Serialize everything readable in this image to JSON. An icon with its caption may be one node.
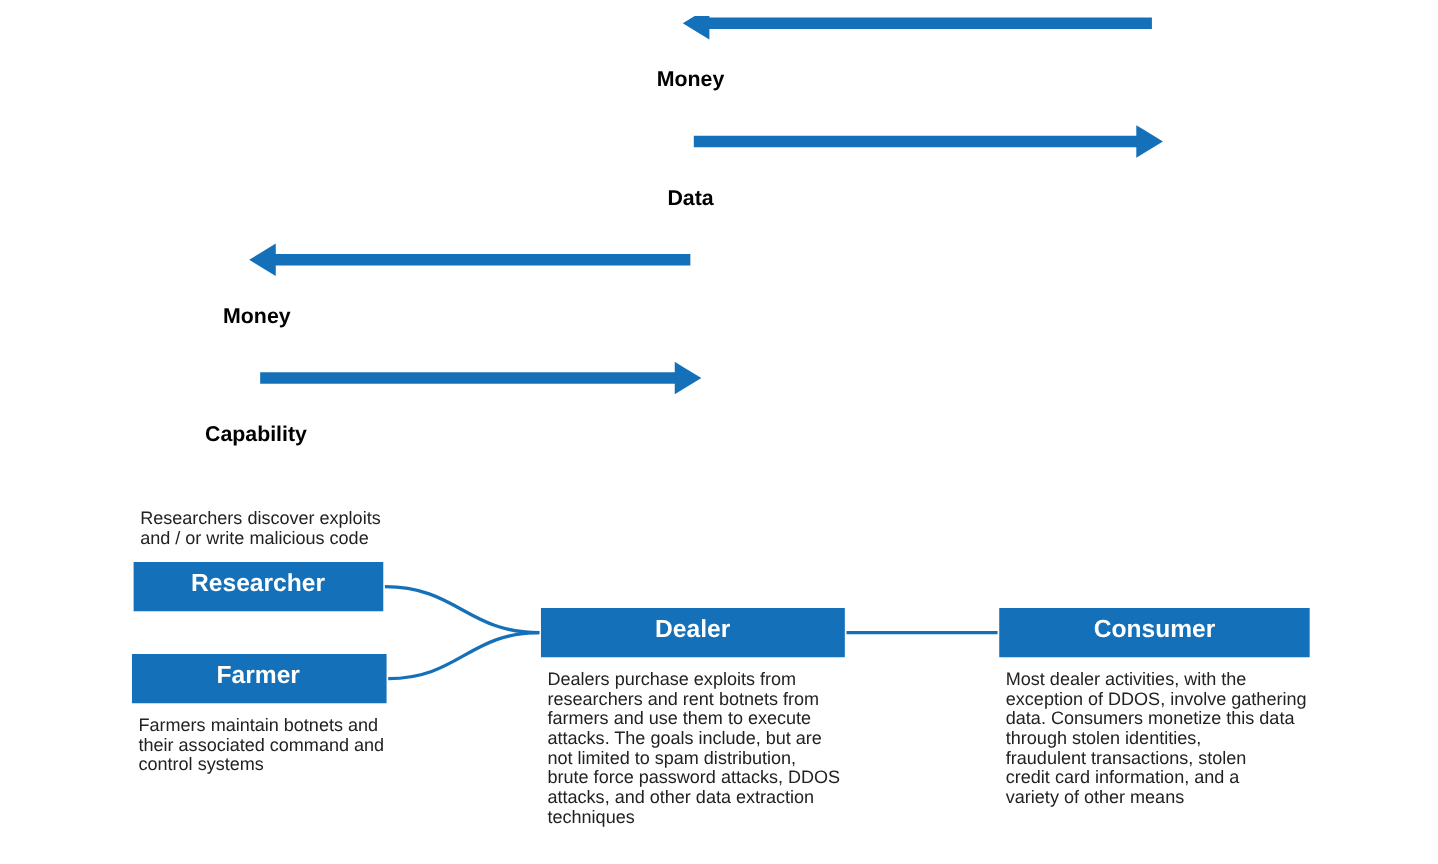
{
  "diagram": {
    "nodes": [
      {
        "text": [
          "Researcher"
        ],
        "beside": [
          "Researchers discover exploits and / or write malicious code"
        ]
      },
      {
        "text": [
          "Farmer"
        ],
        "beside": [
          "Farmers maintain botnets and their associated command and control systems"
        ]
      },
      {
        "text": [
          "Dealer"
        ],
        "beside": [
          "Dealers purchase exploits from researchers and rent botnets from farmers and use them to execute attacks. The goals include, but are not limited to spam distribution, brute force password attacks, DDOS attacks, and other data extraction techniques"
        ]
      },
      {
        "text": [
          "Consumer"
        ],
        "beside": [
          "Most dealer activities, with the exception of DDOS, involve gathering data. Consumers monetize this data through stolen identities, fraudulent transactions, stolen credit card information, and a variety of other means"
        ]
      }
    ],
    "edges": [
      {
        "from": 0,
        "to": 2,
        "arrow": "none"
      },
      {
        "from": 1,
        "to": 2,
        "arrow": "none"
      },
      {
        "from": 2,
        "to": 3,
        "arrow": "none"
      }
    ],
    "labels": [
      "Capability",
      "Money",
      "Data",
      "Money"
    ]
  }
}
